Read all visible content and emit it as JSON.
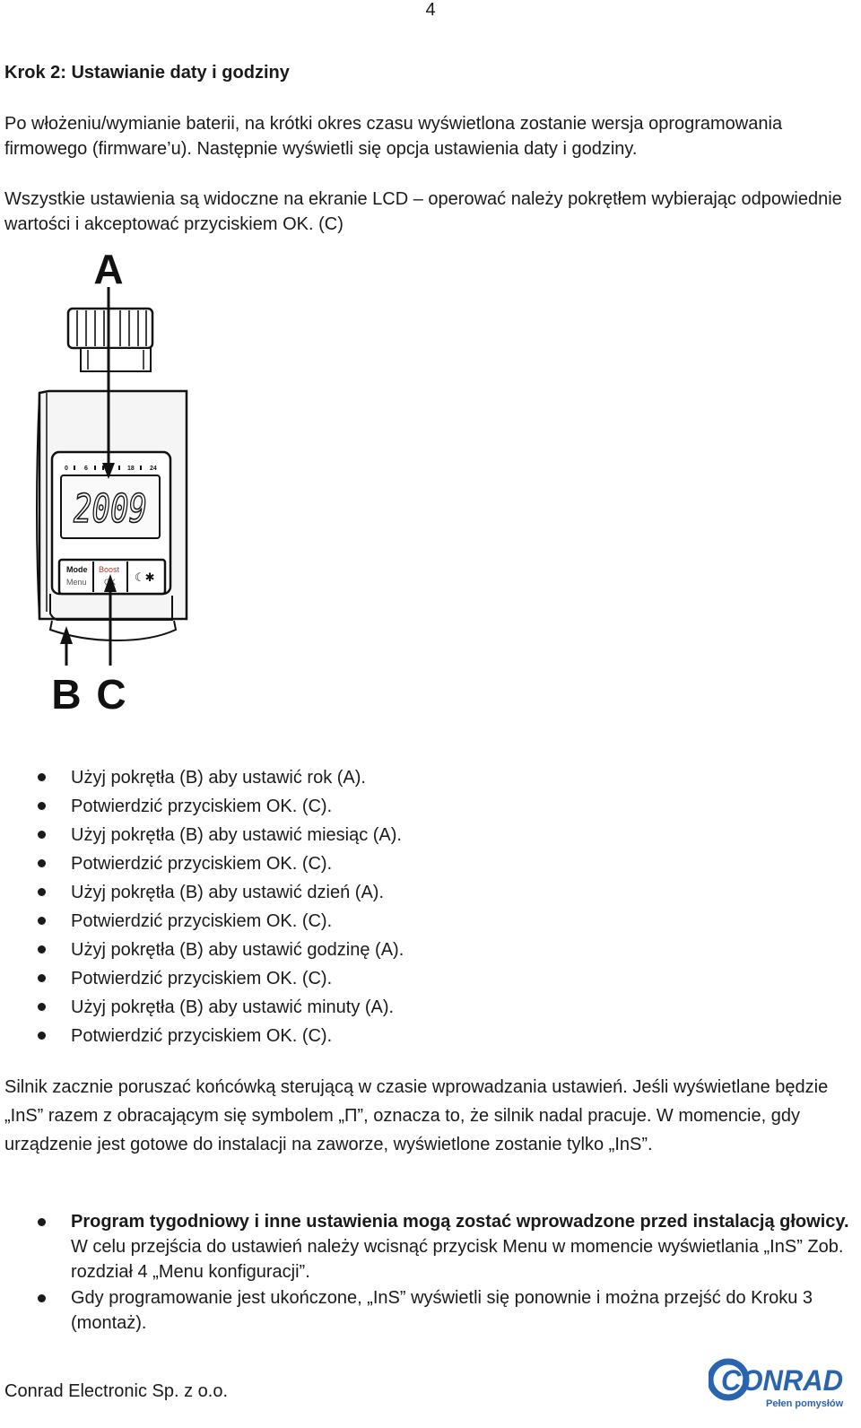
{
  "page_number": "4",
  "heading": "Krok 2: Ustawianie daty i godziny",
  "paragraphs": {
    "p1": "Po włożeniu/wymianie baterii, na krótki okres czasu wyświetlona zostanie wersja oprogramowania firmowego (firmware’u). Następnie wyświetli się opcja ustawienia daty i godziny.",
    "p2": "Wszystkie ustawienia są widoczne na ekranie LCD – operować należy pokrętłem wybierając odpowiednie wartości i akceptować przyciskiem OK. (C)",
    "p3": "Silnik zacznie poruszać końcówką sterującą w czasie wprowadzania ustawień. Jeśli wyświetlane będzie „InS” razem z obracającym się symbolem „Π”, oznacza to, że silnik nadal pracuje. W momencie, gdy urządzenie jest gotowe do instalacji na zaworze, wyświetlone zostanie tylko „InS”."
  },
  "figure": {
    "label_a": "A",
    "label_b": "B",
    "label_c": "C",
    "lcd_value": "2009",
    "scale": [
      "0",
      "6",
      "18",
      "24"
    ],
    "button_mode_top": "Mode",
    "button_mode_bottom": "Menu",
    "button_ok_top": "Boost",
    "button_ok_bottom": "OK",
    "button_third": "☾✱"
  },
  "steps": [
    "Użyj pokrętła (B) aby ustawić rok (A).",
    "Potwierdzić przyciskiem OK. (C).",
    "Użyj pokrętła (B) aby ustawić miesiąc (A).",
    "Potwierdzić przyciskiem OK. (C).",
    "Użyj pokrętła (B) aby ustawić dzień (A).",
    "Potwierdzić przyciskiem OK. (C).",
    "Użyj pokrętła (B) aby ustawić godzinę (A).",
    "Potwierdzić przyciskiem OK. (C).",
    "Użyj pokrętła (B) aby ustawić minuty (A).",
    "Potwierdzić przyciskiem OK. (C)."
  ],
  "notes": [
    {
      "bold": "Program tygodniowy i inne ustawienia mogą zostać wprowadzone przed instalacją głowicy.",
      "text": "W celu przejścia do ustawień należy wcisnąć przycisk Menu w momencie wyświetlania „InS” Zob. rozdział 4 „Menu konfiguracji”."
    },
    {
      "bold": "",
      "text": "Gdy programowanie jest ukończone, „InS” wyświetli się ponownie i można przejść do Kroku 3 (montaż)."
    }
  ],
  "footer": "Conrad Electronic Sp. z o.o.",
  "logo": {
    "brand": "CONRAD",
    "tagline": "Pełen pomysłów",
    "color": "#2a64b0"
  }
}
